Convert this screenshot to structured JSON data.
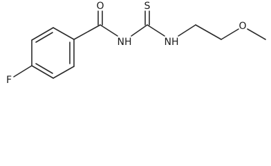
{
  "molecule": {
    "atoms": {
      "oxygen_carbonyl": "O",
      "sulfur": "S",
      "fluorine": "F",
      "nh_amide": "NH",
      "nh_amine": "NH",
      "oxygen_ether": "O"
    }
  }
}
